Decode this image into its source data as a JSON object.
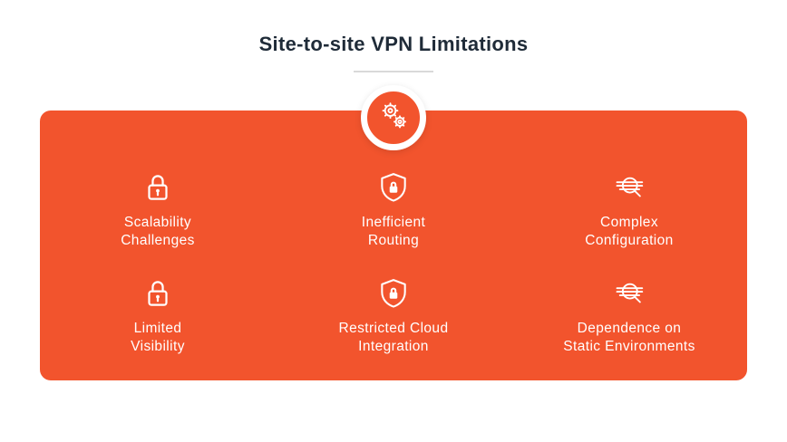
{
  "title": "Site-to-site VPN Limitations",
  "colors": {
    "accent": "#F2542D",
    "title_text": "#1F2B38",
    "divider": "#D9D9D9",
    "panel_text": "#FFFFFF"
  },
  "badge": {
    "icon": "gears-icon"
  },
  "panel": {
    "items": [
      {
        "icon": "lock-icon",
        "label": "Scalability\nChallenges"
      },
      {
        "icon": "shield-lock-icon",
        "label": "Inefficient\nRouting"
      },
      {
        "icon": "search-lines-icon",
        "label": "Complex\nConfiguration"
      },
      {
        "icon": "lock-icon",
        "label": "Limited\nVisibility"
      },
      {
        "icon": "shield-lock-icon",
        "label": "Restricted Cloud\nIntegration"
      },
      {
        "icon": "search-lines-icon",
        "label": "Dependence on\nStatic Environments"
      }
    ]
  }
}
